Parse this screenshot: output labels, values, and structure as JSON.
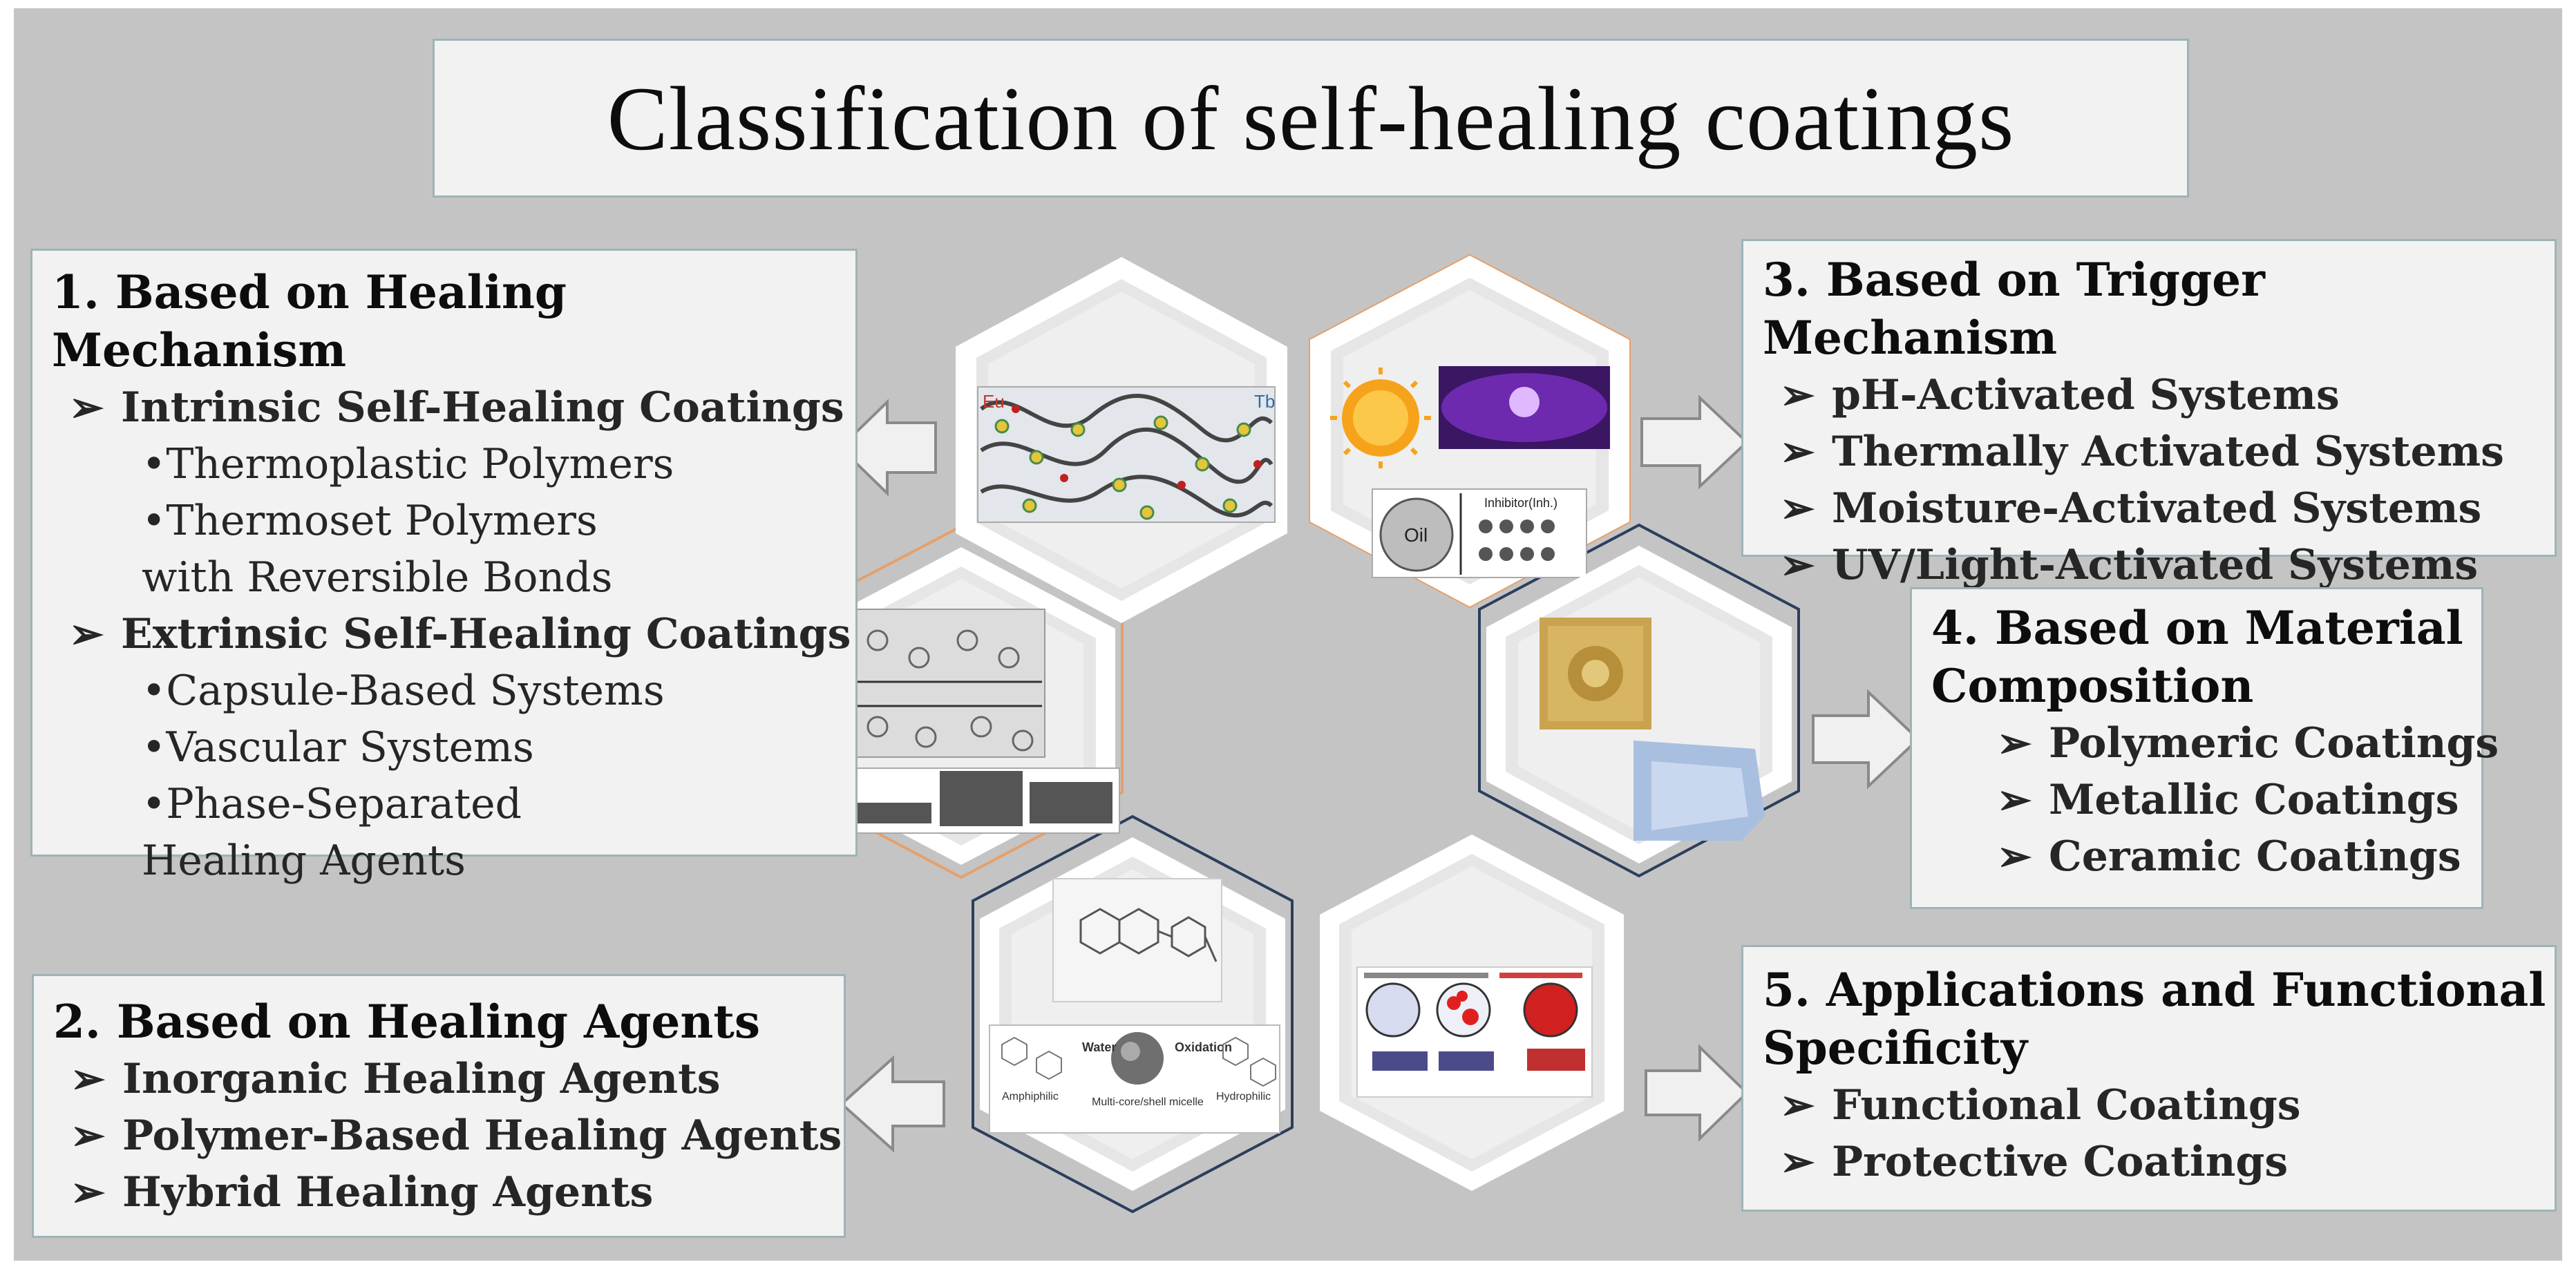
{
  "title": "Classification of self-healing coatings",
  "sections": {
    "s1": {
      "heading": "1. Based on Healing Mechanism",
      "items": [
        {
          "type": "bullet",
          "text": "Intrinsic Self-Healing Coatings"
        },
        {
          "type": "sub",
          "text": "•Thermoplastic Polymers"
        },
        {
          "type": "sub",
          "text": "•Thermoset Polymers with Reversible Bonds"
        },
        {
          "type": "bullet",
          "text": "Extrinsic Self-Healing Coatings"
        },
        {
          "type": "sub",
          "text": "•Capsule-Based Systems"
        },
        {
          "type": "sub",
          "text": "•Vascular Systems"
        },
        {
          "type": "sub",
          "text": "•Phase-Separated Healing Agents"
        }
      ]
    },
    "s2": {
      "heading": "2. Based on Healing Agents",
      "items": [
        "Inorganic Healing Agents",
        "Polymer-Based Healing Agents",
        "Hybrid Healing Agents"
      ]
    },
    "s3": {
      "heading": "3. Based on Trigger Mechanism",
      "items": [
        "pH-Activated Systems",
        "Thermally Activated Systems",
        "Moisture-Activated Systems",
        "UV/Light-Activated Systems"
      ]
    },
    "s4": {
      "heading_line1": "4. Based on Material",
      "heading_line2": "Composition",
      "items": [
        "Polymeric Coatings",
        "Metallic Coatings",
        "Ceramic Coatings"
      ]
    },
    "s5": {
      "heading_line1": "5. Applications and Functional",
      "heading_line2": "Specificity",
      "items": [
        "Functional Coatings",
        "Protective Coatings"
      ]
    }
  },
  "hex_images": {
    "top_left": {
      "label_left": "Eu",
      "label_right": "Tb"
    },
    "top_right": {
      "oil_label": "Oil",
      "inhibitor_label": "Inhibitor(Inh.)"
    },
    "bottom_left": {
      "water_label": "Water",
      "oxidation_label": "Oxidation",
      "micelle_label": "Multi-core/shell micelle",
      "amphiphilic_label": "Amphiphilic",
      "hydrophilic_label": "Hydrophilic"
    }
  },
  "bullet_glyph": "➢",
  "colors": {
    "background": "#c4c4c4",
    "box_fill": "#f2f2f2",
    "box_border": "#9db4b6",
    "hex_orange_outline": "#e6a06a",
    "hex_navy_outline": "#2c3e5c"
  }
}
